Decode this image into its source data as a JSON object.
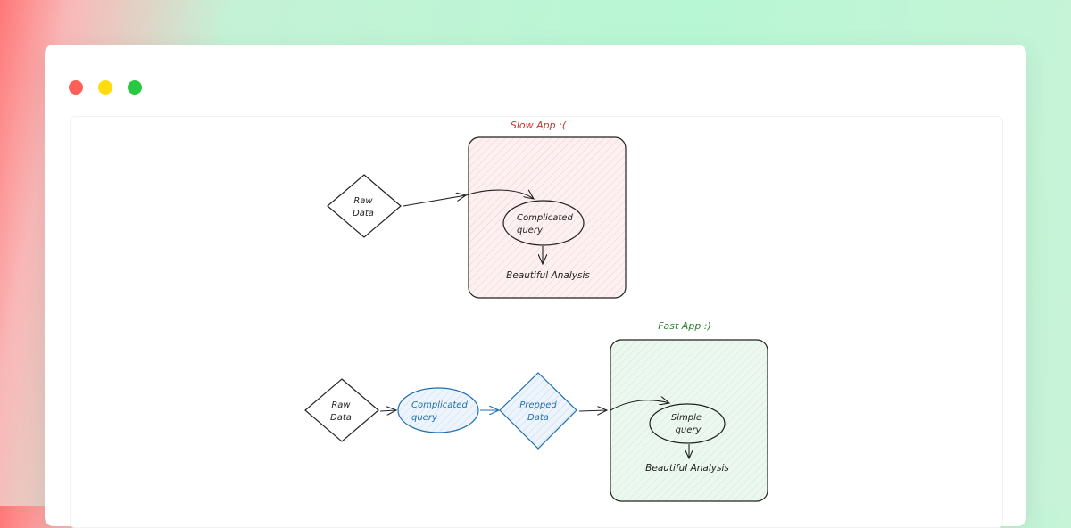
{
  "window": {
    "controls": [
      "close",
      "minimize",
      "maximize"
    ]
  },
  "slow_app": {
    "title": "Slow App :(",
    "raw_data": "Raw Data",
    "query": [
      "Complicated",
      "query"
    ],
    "result": "Beautiful Analysis",
    "title_color": "#c0392b",
    "fill_color": "#fdeeee"
  },
  "fast_app": {
    "title": "Fast App :)",
    "raw_data": "Raw Data",
    "prep_query": [
      "Complicated",
      "query"
    ],
    "prepped": [
      "Prepped",
      "Data"
    ],
    "query": [
      "Simple",
      "query"
    ],
    "result": "Beautiful Analysis",
    "title_color": "#2e7d32",
    "fill_color": "#e8f7ec",
    "prep_color": "#1f6fb2",
    "prep_fill": "#e3eef9"
  }
}
